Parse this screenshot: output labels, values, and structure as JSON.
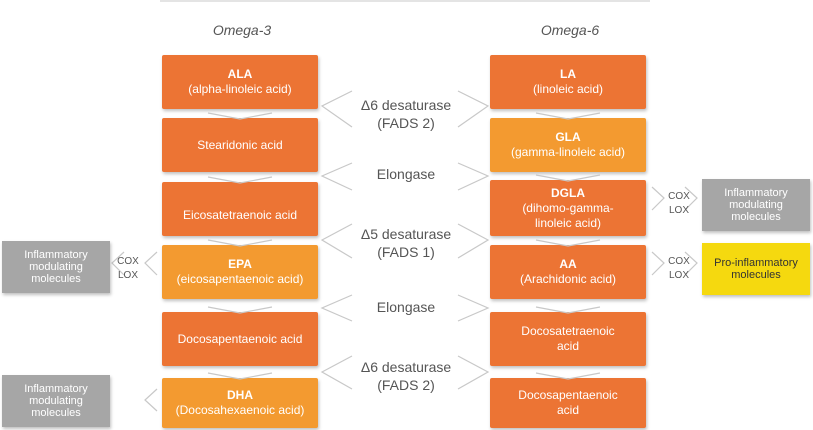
{
  "columns": {
    "left_title": "Omega-3",
    "right_title": "Omega-6"
  },
  "omega3": [
    {
      "title": "ALA",
      "sub": "(alpha-linoleic acid)"
    },
    {
      "title": "",
      "sub": "Stearidonic acid"
    },
    {
      "title": "",
      "sub": "Eicosatetraenoic acid"
    },
    {
      "title": "EPA",
      "sub": "(eicosapentaenoic acid)"
    },
    {
      "title": "",
      "sub": "Docosapentaenoic acid"
    },
    {
      "title": "DHA",
      "sub": "(Docosahexaenoic acid)"
    }
  ],
  "omega6": [
    {
      "title": "LA",
      "sub": "(linoleic acid)"
    },
    {
      "title": "GLA",
      "sub": "(gamma-linoleic acid)"
    },
    {
      "title": "DGLA",
      "sub": "(dihomo-gamma-",
      "sub2": "linoleic acid)"
    },
    {
      "title": "AA",
      "sub": "(Arachidonic acid)"
    },
    {
      "title": "",
      "sub": "Docosatetraenoic",
      "sub2": "acid"
    },
    {
      "title": "",
      "sub": "Docosapentaenoic",
      "sub2": "acid"
    }
  ],
  "enzymes": [
    {
      "line1": "Δ6 desaturase",
      "line2": "(FADS 2)"
    },
    {
      "line1": "Elongase",
      "line2": ""
    },
    {
      "line1": "Δ5 desaturase",
      "line2": "(FADS 1)"
    },
    {
      "line1": "Elongase",
      "line2": ""
    },
    {
      "line1": "Δ6 desaturase",
      "line2": "(FADS 2)"
    }
  ],
  "side_outputs": {
    "dgla": {
      "cox": "COX",
      "lox": "LOX",
      "line1": "Inflammatory",
      "line2": "modulating",
      "line3": "molecules"
    },
    "aa": {
      "cox": "COX",
      "lox": "LOX",
      "line1": "Pro-inflammatory",
      "line2": "molecules"
    },
    "epa": {
      "cox": "COX",
      "lox": "LOX",
      "line1": "Inflammatory",
      "line2": "modulating",
      "line3": "molecules"
    },
    "dha": {
      "line1": "Inflammatory",
      "line2": "modulating",
      "line3": "molecules"
    }
  },
  "colors": {
    "box_orange": "#ec7434",
    "box_highlight": "#f39a30",
    "side_gray": "#a6a6a6",
    "side_yellow": "#f5d90f"
  }
}
